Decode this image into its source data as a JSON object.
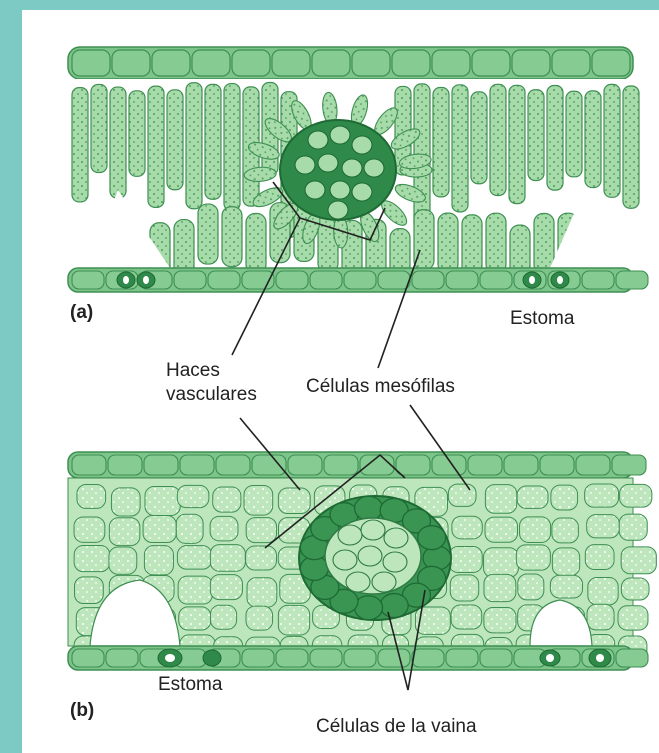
{
  "figure": {
    "panel_a_label": "(a)",
    "panel_b_label": "(b)",
    "labels": {
      "estoma_a": "Estoma",
      "haces_line1": "Haces",
      "haces_line2": "vasculares",
      "celulas_mesofilas": "Células mesófilas",
      "estoma_b": "Estoma",
      "celulas_vaina": "Células de la vaina"
    },
    "colors": {
      "background": "#7dc9c4",
      "cell_fill": "#a8dbaa",
      "cell_stroke": "#3e8f52",
      "epidermis": "#7cc48a",
      "bundle": "#2f8a4a",
      "sheath": "#3a9552"
    }
  }
}
